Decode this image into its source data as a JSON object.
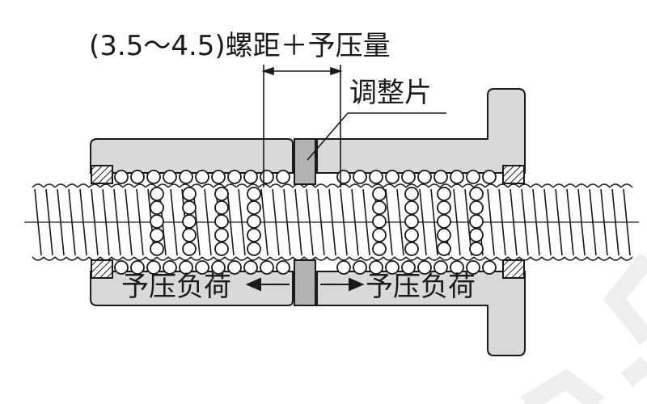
{
  "diagram": {
    "title": "(3.5～4.5)螺距＋予压量",
    "shim_label": "调整片",
    "load_left": "予压负荷",
    "load_right": "予压负荷"
  },
  "colors": {
    "nut_fill": "#d9d9d9",
    "shim_fill": "#b3b3b3",
    "line": "#1a1a1a",
    "watermark": "#eeeeee"
  },
  "icons": [
    "arrow-left-icon",
    "arrow-right-icon",
    "ball-screw-diagram"
  ]
}
